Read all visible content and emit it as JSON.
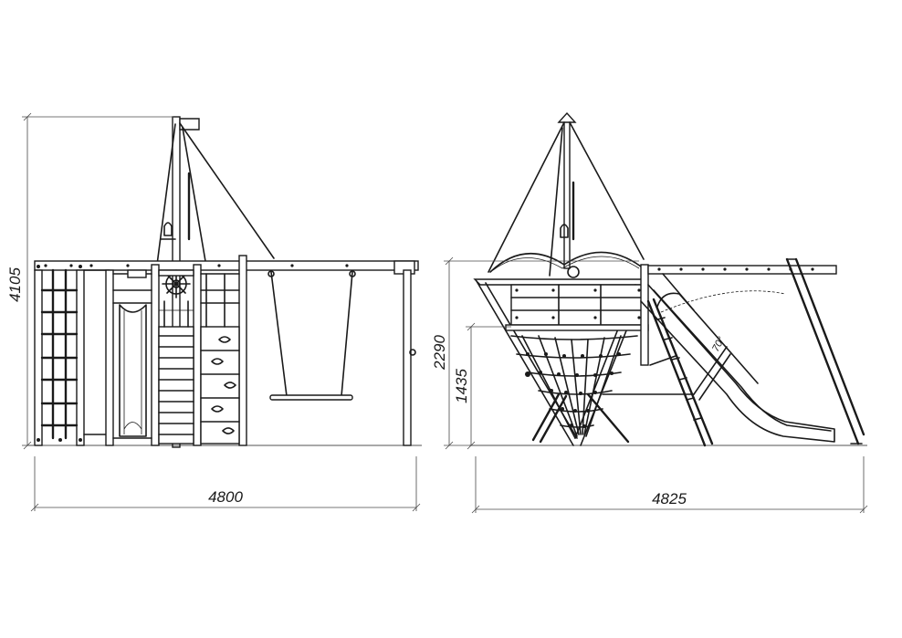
{
  "dimensions": {
    "front_height_total": "4105",
    "front_width": "4800",
    "side_height_beam": "2290",
    "side_height_deck": "1435",
    "side_width": "4825",
    "slide_angle": "70°"
  }
}
